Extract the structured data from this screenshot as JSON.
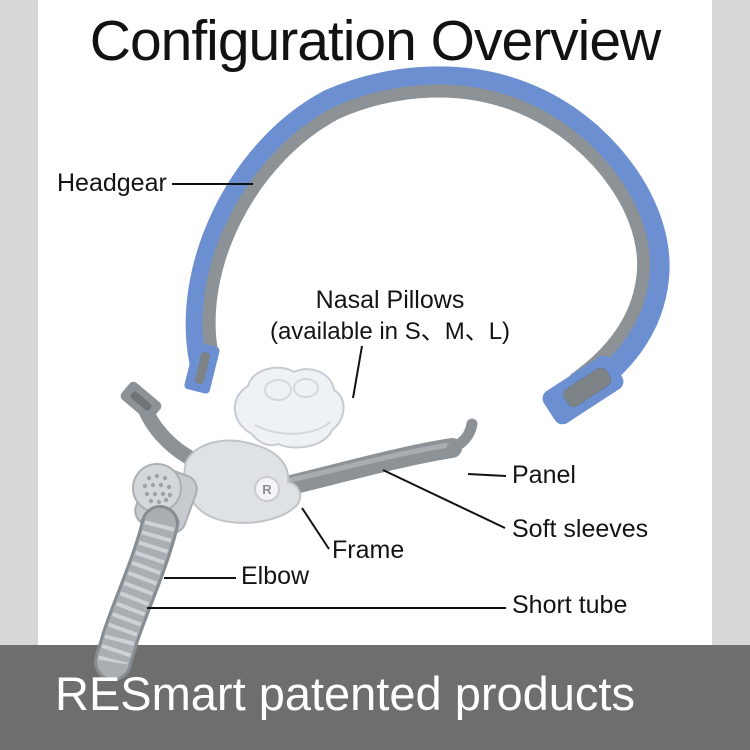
{
  "title": "Configuration Overview",
  "banner": {
    "text": "RESmart patented products"
  },
  "labels": {
    "headgear": "Headgear",
    "nasal_pillows": "Nasal Pillows",
    "nasal_pillows_sizes": "(available in S、M、L)",
    "panel": "Panel",
    "soft_sleeves": "Soft sleeves",
    "frame": "Frame",
    "elbow": "Elbow",
    "short_tube": "Short tube"
  },
  "product": {
    "r_marking": "R"
  },
  "colors": {
    "headgear_blue": "#6b8fd0",
    "part_gray": "#8d9297",
    "banner_background": "#6e6e6e",
    "side_strip": "#d7d7d7",
    "label_text": "#141414",
    "banner_text": "#ffffff"
  }
}
